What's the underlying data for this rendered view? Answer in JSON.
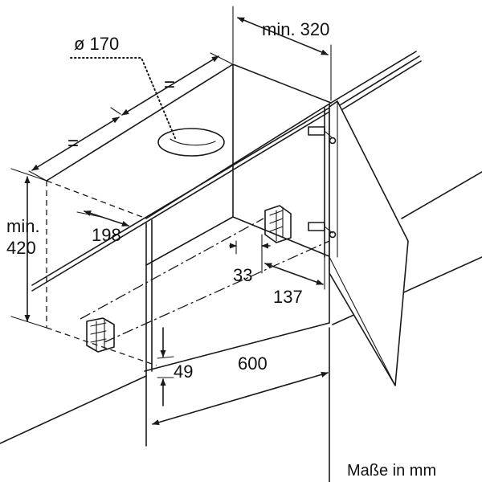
{
  "diagram": {
    "labels": {
      "duct_diameter": "ø 170",
      "min_depth": "min. 320",
      "equal_left": "=",
      "equal_right": "=",
      "min_height_line1": "min.",
      "min_height_line2": "420",
      "offset_198": "198",
      "offset_33": "33",
      "offset_137": "137",
      "offset_49": "49",
      "width_600": "600"
    },
    "caption": "Maße in mm"
  }
}
